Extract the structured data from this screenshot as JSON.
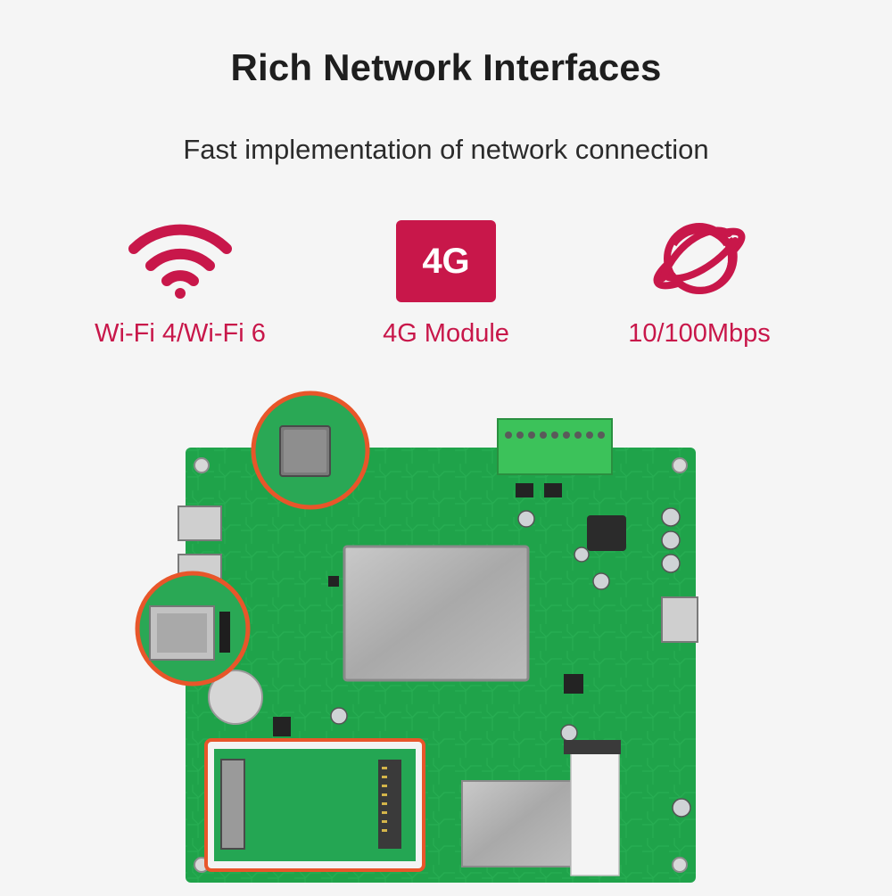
{
  "header": {
    "title": "Rich Network Interfaces",
    "subtitle": "Fast implementation of network connection"
  },
  "features": [
    {
      "label": "Wi-Fi 4/Wi-Fi 6",
      "icon": "wifi-icon"
    },
    {
      "label": "4G Module",
      "icon": "4g-badge-icon",
      "badge_text": "4G"
    },
    {
      "label": "10/100Mbps",
      "icon": "planet-icon"
    }
  ],
  "colors": {
    "accent": "#c8174a",
    "background": "#f5f5f5",
    "pcb": "#1fa34a",
    "callout_ring": "#e8562a"
  }
}
